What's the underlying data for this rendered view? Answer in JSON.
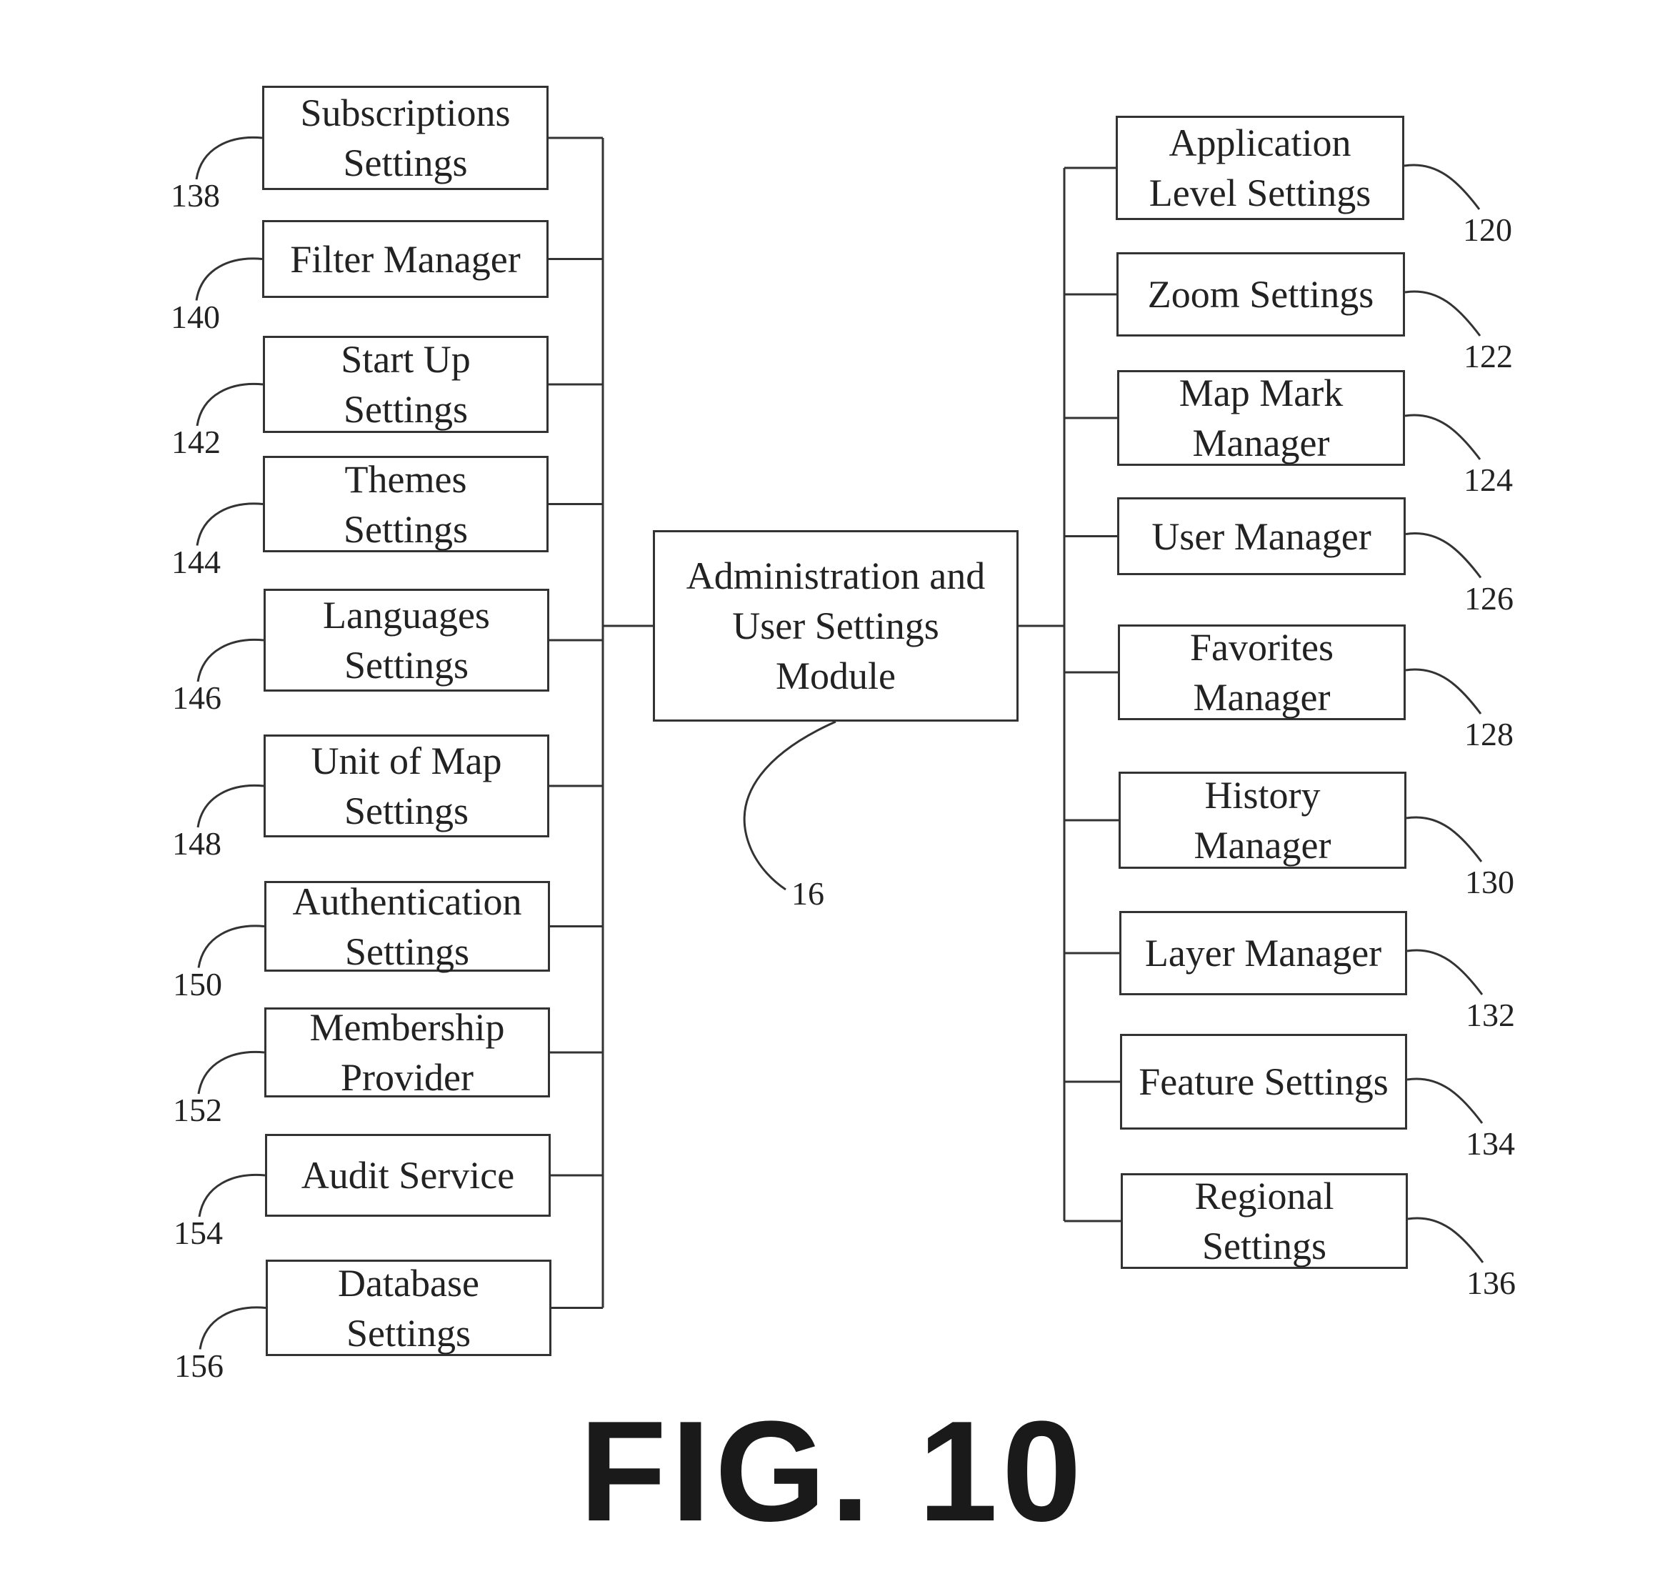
{
  "figure": {
    "caption": "FIG. 10",
    "center": {
      "lines": [
        "Administration and",
        "User Settings",
        "Module"
      ],
      "ref": "16"
    },
    "left": [
      {
        "lines": [
          "Subscriptions",
          "Settings"
        ],
        "ref": "138"
      },
      {
        "lines": [
          "Filter Manager"
        ],
        "ref": "140"
      },
      {
        "lines": [
          "Start Up",
          "Settings"
        ],
        "ref": "142"
      },
      {
        "lines": [
          "Themes",
          "Settings"
        ],
        "ref": "144"
      },
      {
        "lines": [
          "Languages",
          "Settings"
        ],
        "ref": "146"
      },
      {
        "lines": [
          "Unit of Map",
          "Settings"
        ],
        "ref": "148"
      },
      {
        "lines": [
          "Authentication",
          "Settings"
        ],
        "ref": "150"
      },
      {
        "lines": [
          "Membership",
          "Provider"
        ],
        "ref": "152"
      },
      {
        "lines": [
          "Audit Service"
        ],
        "ref": "154"
      },
      {
        "lines": [
          "Database",
          "Settings"
        ],
        "ref": "156"
      }
    ],
    "right": [
      {
        "lines": [
          "Application",
          "Level Settings"
        ],
        "ref": "120"
      },
      {
        "lines": [
          "Zoom Settings"
        ],
        "ref": "122"
      },
      {
        "lines": [
          "Map Mark",
          "Manager"
        ],
        "ref": "124"
      },
      {
        "lines": [
          "User Manager"
        ],
        "ref": "126"
      },
      {
        "lines": [
          "Favorites",
          "Manager"
        ],
        "ref": "128"
      },
      {
        "lines": [
          "History",
          "Manager"
        ],
        "ref": "130"
      },
      {
        "lines": [
          "Layer Manager"
        ],
        "ref": "132"
      },
      {
        "lines": [
          "Feature Settings"
        ],
        "ref": "134"
      },
      {
        "lines": [
          "Regional",
          "Settings"
        ],
        "ref": "136"
      }
    ]
  }
}
